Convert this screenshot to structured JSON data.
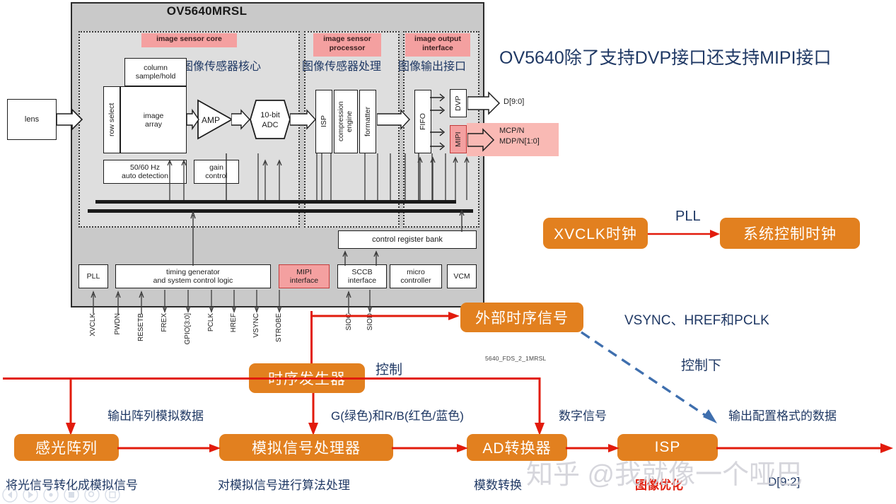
{
  "chip": {
    "title": "OV5640MRSL",
    "groups": [
      {
        "en": "image sensor core",
        "cn": "图像传感器核心"
      },
      {
        "en": "image sensor\nprocessor",
        "en_l1": "image sensor",
        "en_l2": "processor",
        "cn": "图像传感器处理"
      },
      {
        "en": "image output\ninterface",
        "en_l1": "image output",
        "en_l2": "interface",
        "cn": "图像输出接口"
      }
    ],
    "blocks": {
      "lens": "lens",
      "column_sample_hold_l1": "column",
      "column_sample_hold_l2": "sample/hold",
      "row_select": "row select",
      "image_array_l1": "image",
      "image_array_l2": "array",
      "amp": "AMP",
      "adc_l1": "10-bit",
      "adc_l2": "ADC",
      "auto_detect_l1": "50/60 Hz",
      "auto_detect_l2": "auto detection",
      "gain_l1": "gain",
      "gain_l2": "control",
      "isp": "ISP",
      "compression_engine_l1": "compression",
      "compression_engine_l2": "engine",
      "formatter": "formatter",
      "fifo": "FIFO",
      "dvp": "DVP",
      "mipi": "MIPI",
      "control_register_bank": "control register bank",
      "pll": "PLL",
      "timing_l1": "timing generator",
      "timing_l2": "and system control logic",
      "mipi_interface_l1": "MIPI",
      "mipi_interface_l2": "interface",
      "sccb_l1": "SCCB",
      "sccb_l2": "interface",
      "micro_l1": "micro",
      "micro_l2": "controller",
      "vcm": "VCM"
    },
    "outputs": {
      "dvp_bus": "D[9:0]",
      "mipi_bus_l1": "MCP/N",
      "mipi_bus_l2": "MDP/N[1:0]"
    },
    "pins_left": [
      "XVCLK",
      "PWDN",
      "RESETB",
      "FREX",
      "GPIO[3:0]",
      "PCLK",
      "HREF",
      "VSYNC",
      "STROBE"
    ],
    "pins_right": [
      "SIOC",
      "SIOD"
    ],
    "doc_tag": "5640_FDS_2_1MRSL"
  },
  "annotations": {
    "headline": "OV5640除了支持DVP接口还支持MIPI接口",
    "clock_src": "XVCLK时钟",
    "clock_pll": "PLL",
    "clock_dst": "系统控制时钟",
    "ext_timing": "外部时序信号",
    "ext_timing_note": "VSYNC、HREF和PCLK",
    "under_control": "控制下",
    "timing_generator": "时序发生器",
    "control": "控制"
  },
  "flow": {
    "edge_labels": [
      "输出阵列模拟数据",
      "G(绿色)和R/B(红色/蓝色)",
      "数字信号",
      "输出配置格式的数据"
    ],
    "nodes": [
      {
        "label": "感光阵列",
        "caption": "将光信号转化成模拟信号",
        "caption_color": "#1f3864"
      },
      {
        "label": "模拟信号处理器",
        "caption": "对模拟信号进行算法处理",
        "caption_color": "#1f3864"
      },
      {
        "label": "AD转换器",
        "caption": "模数转换",
        "caption_color": "#1f3864"
      },
      {
        "label": "ISP",
        "caption": "图像优化",
        "caption_color": "#e01b0b"
      }
    ],
    "output_bus": "D[9:2]"
  },
  "watermark": "知乎 @我就像一个哑巴",
  "colors": {
    "orange": "#E2801F",
    "red": "#E21B0C",
    "navy": "#1f3864",
    "pink": "#f4a0a0",
    "chip_gray": "#c9c9c9"
  }
}
